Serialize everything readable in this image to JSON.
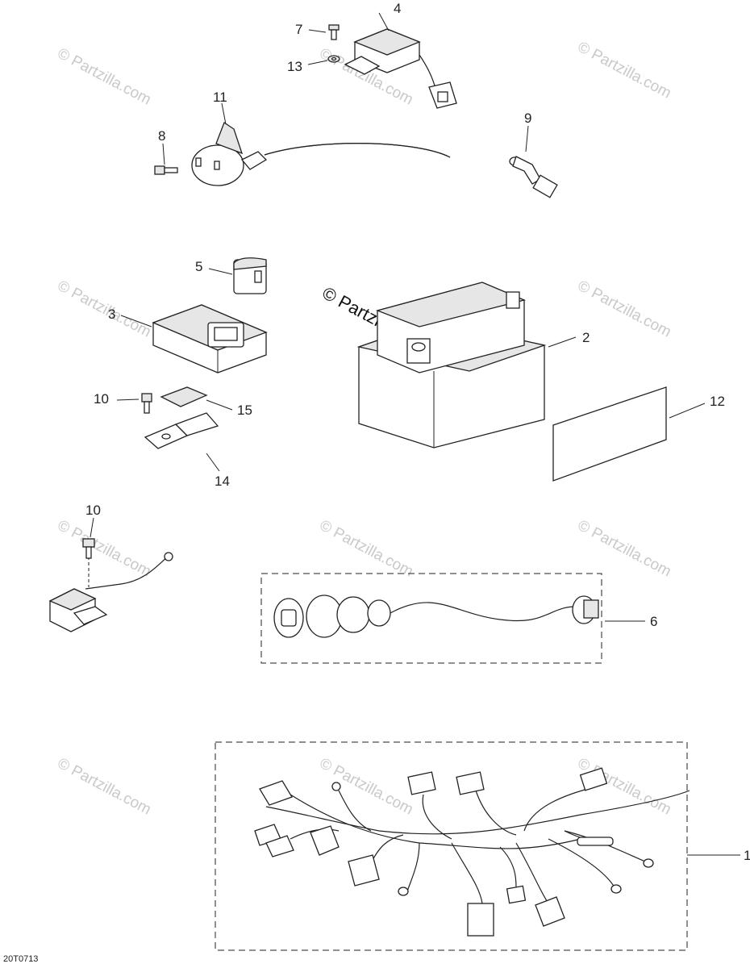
{
  "watermark": "© Partzilla.com",
  "drawing_number": "20T0713",
  "callouts": {
    "c1": "1",
    "c2": "2",
    "c3": "3",
    "c4": "4",
    "c5": "5",
    "c6": "6",
    "c7": "7",
    "c8": "8",
    "c9": "9",
    "c10a": "10",
    "c10b": "10",
    "c11": "11",
    "c12": "12",
    "c13": "13",
    "c14": "14",
    "c15": "15"
  }
}
